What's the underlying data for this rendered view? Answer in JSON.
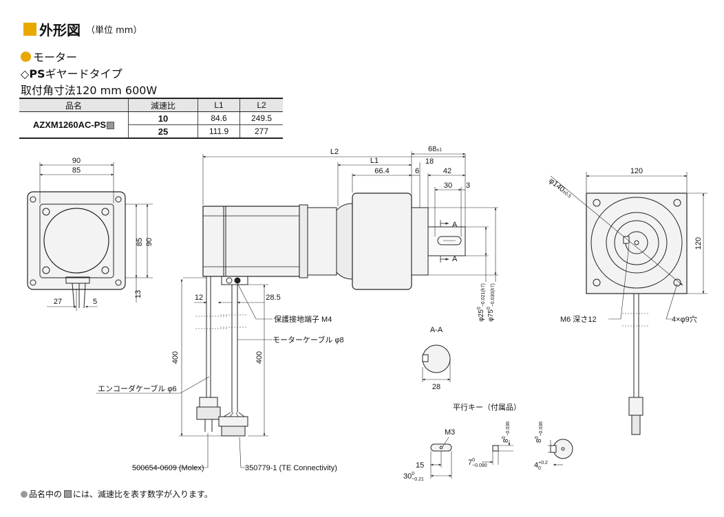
{
  "heading": {
    "title": "外形図",
    "unit": "（単位 mm）"
  },
  "section": {
    "title": "モーター",
    "type_mark": "◇",
    "type_bold": "PS",
    "type_rest": "ギヤードタイプ",
    "size": "取付角寸法120 mm 600W"
  },
  "table": {
    "headers": [
      "品名",
      "減速比",
      "L1",
      "L2"
    ],
    "model": "AZXM1260AC-PS",
    "rows": [
      {
        "ratio": "10",
        "l1": "84.6",
        "l2": "249.5"
      },
      {
        "ratio": "25",
        "l1": "111.9",
        "l2": "277"
      }
    ]
  },
  "dims": {
    "left_90": "90",
    "left_85": "85",
    "left_85v": "85",
    "left_90v": "90",
    "left_13": "13",
    "left_27": "27",
    "left_5": "5",
    "side_L2": "L2",
    "side_L1": "L1",
    "side_68": "68",
    "side_68tol": "±1",
    "side_18": "18",
    "side_664": "66.4",
    "side_6": "6",
    "side_42": "42",
    "side_30": "30",
    "side_3": "3",
    "side_12": "12",
    "side_285": "28.5",
    "side_400a": "400",
    "side_400b": "400",
    "shaft_d25": "φ25",
    "shaft_d25tol": "−0.021(h7)",
    "shaft_d75": "φ75",
    "shaft_d75tol": "−0.030(h7)",
    "tol_zero": "0",
    "section_A": "A",
    "right_120": "120",
    "right_120v": "120",
    "right_140": "φ140",
    "right_140tol": "±0.5",
    "aa_title": "A-A",
    "aa_28": "28"
  },
  "labels": {
    "ground": "保護接地端子 M4",
    "motor_cable": "モーターケーブル φ8",
    "encoder_cable": "エンコーダケーブル φ6",
    "molex": "500654-0609 (Molex)",
    "te": "350779-1 (TE Connectivity)",
    "m6": "M6 深さ12",
    "holes": "4×φ9穴"
  },
  "key": {
    "title": "平行キー（付属品）",
    "m3": "M3",
    "k15": "15",
    "k30": "30",
    "k30tol": "−0.21",
    "k7": "7",
    "k7tol": "−0.090",
    "k8a": "8",
    "k8atol": "−0.036",
    "k8b": "8",
    "k8btol": "−0.036",
    "k4": "4",
    "k4tol": "+0.2",
    "k4zero": "0",
    "tol_zero": "0"
  },
  "footnote": {
    "a": "品名中の",
    "b": "には、減速比を表す数字が入ります。"
  }
}
